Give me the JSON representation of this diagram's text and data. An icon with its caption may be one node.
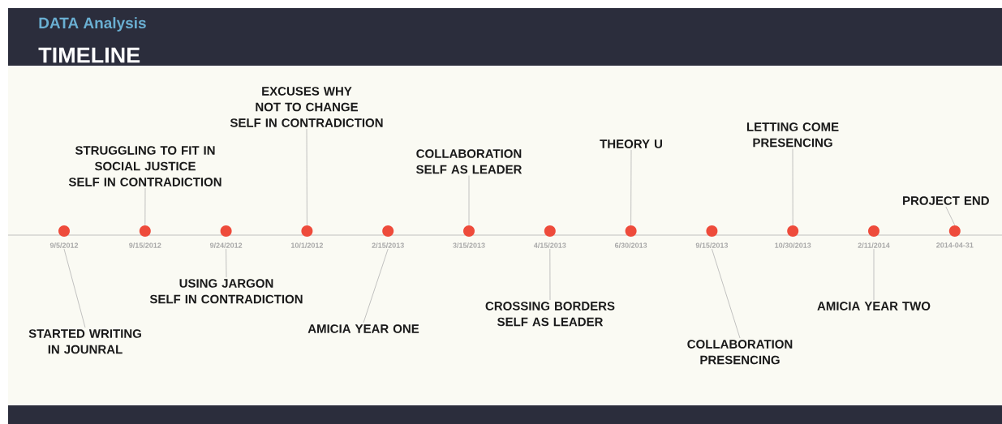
{
  "diagram": {
    "title": "TIMELINE",
    "labels": [
      "DATA Analysis"
    ],
    "nodes": [
      {
        "text": [],
        "shape": "circle",
        "beside": [
          "9/5/2012"
        ]
      },
      {
        "text": [],
        "shape": "circle",
        "beside": [
          "9/15/2012"
        ]
      },
      {
        "text": [],
        "shape": "circle",
        "beside": [
          "9/24/2012"
        ]
      },
      {
        "text": [],
        "shape": "circle",
        "beside": [
          "10/1/2012"
        ]
      },
      {
        "text": [],
        "shape": "circle",
        "beside": [
          "2/15/2013"
        ]
      },
      {
        "text": [],
        "shape": "circle",
        "beside": [
          "3/15/2013"
        ]
      },
      {
        "text": [],
        "shape": "circle",
        "beside": [
          "4/15/2013"
        ]
      },
      {
        "text": [],
        "shape": "circle",
        "beside": [
          "6/30/2013"
        ]
      },
      {
        "text": [],
        "shape": "circle",
        "beside": [
          "9/15/2013"
        ]
      },
      {
        "text": [],
        "shape": "circle",
        "beside": [
          "10/30/2013"
        ]
      },
      {
        "text": [],
        "shape": "circle",
        "beside": [
          "2/11/2014"
        ]
      },
      {
        "text": [],
        "shape": "circle",
        "beside": [
          "2014-04-31"
        ]
      },
      {
        "text": [
          "STARTED WRITING IN JOUNRAL"
        ]
      },
      {
        "text": [
          "STRUGGLING TO FIT IN",
          "SOCIAL JUSTICE",
          "SELF IN CONTRADICTION"
        ]
      },
      {
        "text": [
          "USING JARGON",
          "SELF IN CONTRADICTION"
        ]
      },
      {
        "text": [
          "EXCUSES WHY NOT TO CHANGE",
          "SELF IN CONTRADICTION"
        ]
      },
      {
        "text": [
          "AMICIA YEAR ONE"
        ]
      },
      {
        "text": [
          "COLLABORATION",
          "SELF AS LEADER"
        ]
      },
      {
        "text": [
          "CROSSING BORDERS",
          "SELF AS LEADER"
        ]
      },
      {
        "text": [
          "THEORY U"
        ]
      },
      {
        "text": [
          "COLLABORATION",
          "PRESENCING"
        ]
      },
      {
        "text": [
          "LETTING COME",
          "PRESENCING"
        ]
      },
      {
        "text": [
          "AMICIA YEAR TWO"
        ]
      },
      {
        "text": [
          "PROJECT END"
        ]
      }
    ],
    "edges": [
      {
        "from": 12,
        "to": 0,
        "arrow": "none"
      },
      {
        "from": 13,
        "to": 1,
        "arrow": "none"
      },
      {
        "from": 14,
        "to": 2,
        "arrow": "none"
      },
      {
        "from": 15,
        "to": 3,
        "arrow": "none"
      },
      {
        "from": 16,
        "to": 4,
        "arrow": "none"
      },
      {
        "from": 17,
        "to": 5,
        "arrow": "none"
      },
      {
        "from": 18,
        "to": 6,
        "arrow": "none"
      },
      {
        "from": 19,
        "to": 7,
        "arrow": "none"
      },
      {
        "from": 20,
        "to": 8,
        "arrow": "none"
      },
      {
        "from": 21,
        "to": 9,
        "arrow": "none"
      },
      {
        "from": 22,
        "to": 10,
        "arrow": "none"
      },
      {
        "from": 23,
        "to": 11,
        "arrow": "none"
      }
    ]
  }
}
